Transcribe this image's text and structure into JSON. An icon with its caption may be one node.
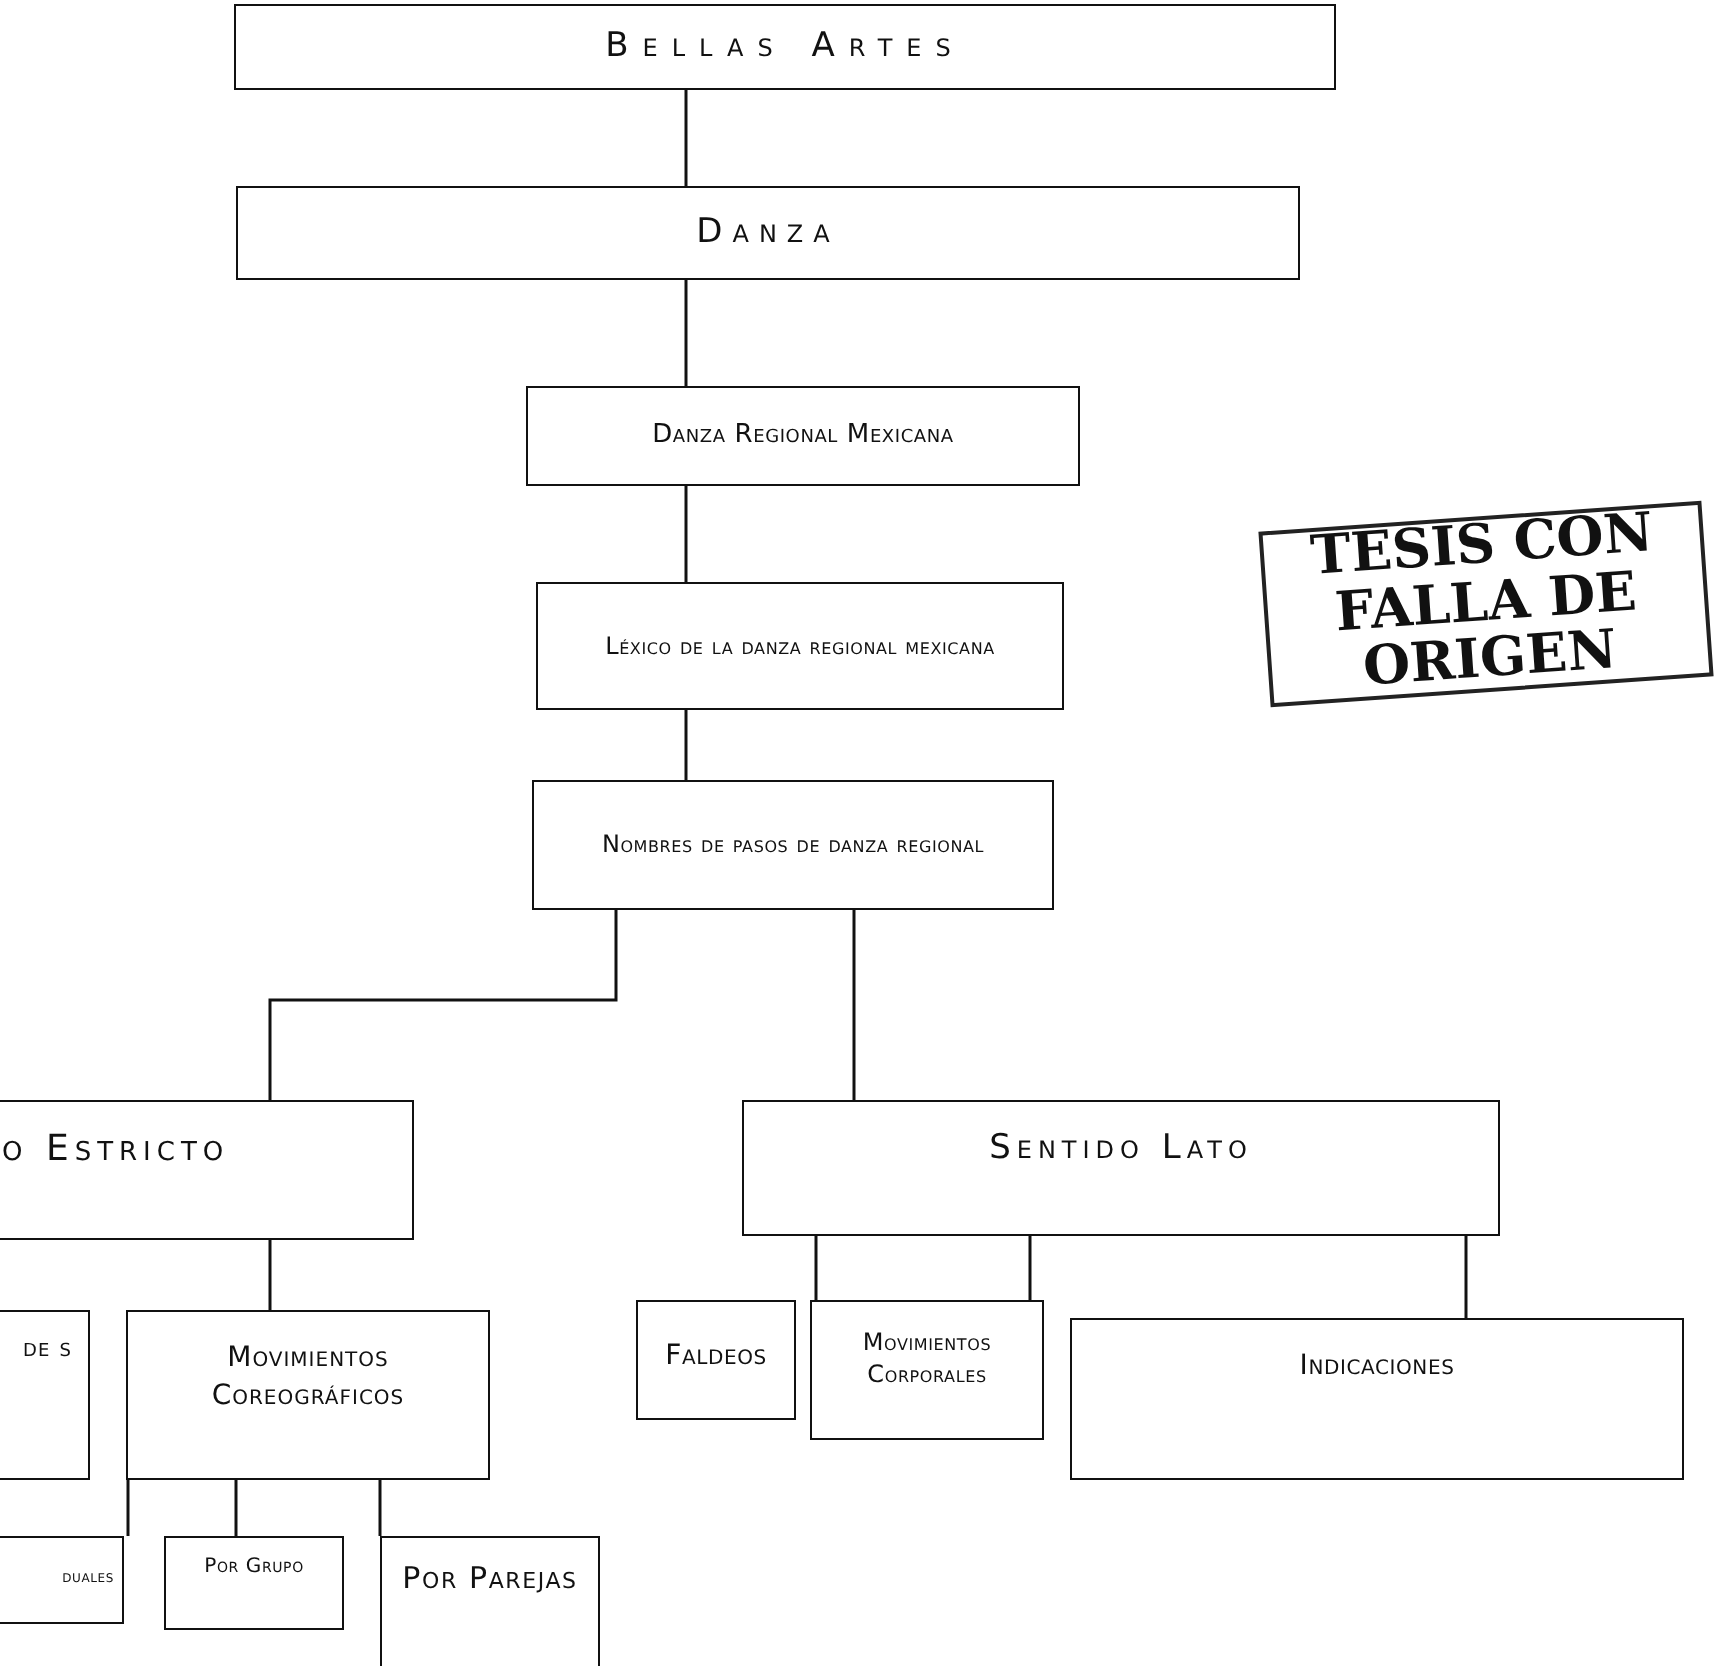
{
  "diagram": {
    "nodes": [
      {
        "text": [
          "Bellas Artes"
        ]
      },
      {
        "text": [
          "Danza"
        ]
      },
      {
        "text": [
          "Danza Regional Mexicana"
        ]
      },
      {
        "text": [
          "Léxico de la danza regional mexicana"
        ]
      },
      {
        "text": [
          "Nombres de pasos de danza regional"
        ]
      },
      {
        "text": [
          "o Estricto"
        ]
      },
      {
        "text": [
          "Sentido Lato"
        ]
      },
      {
        "text": [
          "de s"
        ]
      },
      {
        "text": [
          "Movimientos Coreográficos"
        ]
      },
      {
        "text": [
          "Faldeos"
        ]
      },
      {
        "text": [
          "Movimientos Corporales"
        ]
      },
      {
        "text": [
          "Indicaciones"
        ]
      },
      {
        "text": [
          "duales"
        ]
      },
      {
        "text": [
          "Por Grupo"
        ]
      },
      {
        "text": [
          "Por Parejas"
        ]
      },
      {
        "text": [
          "TESIS CON FALLA DE ORIGEN"
        ]
      }
    ],
    "edges": [
      {
        "from": 0,
        "to": 1,
        "arrow": "none"
      },
      {
        "from": 1,
        "to": 2,
        "arrow": "none"
      },
      {
        "from": 2,
        "to": 3,
        "arrow": "none"
      },
      {
        "from": 3,
        "to": 4,
        "arrow": "none"
      },
      {
        "from": 4,
        "to": 5,
        "arrow": "none"
      },
      {
        "from": 4,
        "to": 6,
        "arrow": "none"
      },
      {
        "from": 5,
        "to": 8,
        "arrow": "none"
      },
      {
        "from": 6,
        "to": 9,
        "arrow": "none"
      },
      {
        "from": 6,
        "to": 10,
        "arrow": "none"
      },
      {
        "from": 6,
        "to": 11,
        "arrow": "none"
      },
      {
        "from": 8,
        "to": 12,
        "arrow": "none"
      },
      {
        "from": 8,
        "to": 13,
        "arrow": "none"
      },
      {
        "from": 8,
        "to": 14,
        "arrow": "none"
      }
    ]
  }
}
